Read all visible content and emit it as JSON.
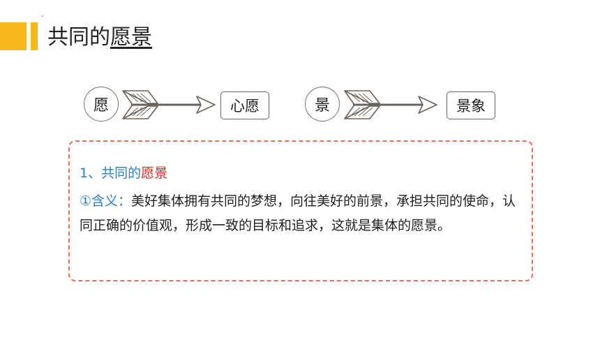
{
  "slide": {
    "title_prefix": "共同的",
    "title_underlined": "愿景"
  },
  "diagram": {
    "pair1": {
      "char": "愿",
      "word": "心愿"
    },
    "pair2": {
      "char": "景",
      "word": "景象"
    }
  },
  "content": {
    "heading_prefix": "1、共同的",
    "heading_highlight": "愿景",
    "definition_label": "①含义：",
    "definition_text": "美好集体拥有共同的梦想，向往美好的前景，承担共同的使命，认同正确的价值观，形成一致的目标和追求，这就是集体的愿景。"
  },
  "colors": {
    "accent_bar": "#f7b81f",
    "heading_blue": "#2a7fc5",
    "highlight_red": "#e2231a",
    "dashed_border": "#e8705a"
  }
}
